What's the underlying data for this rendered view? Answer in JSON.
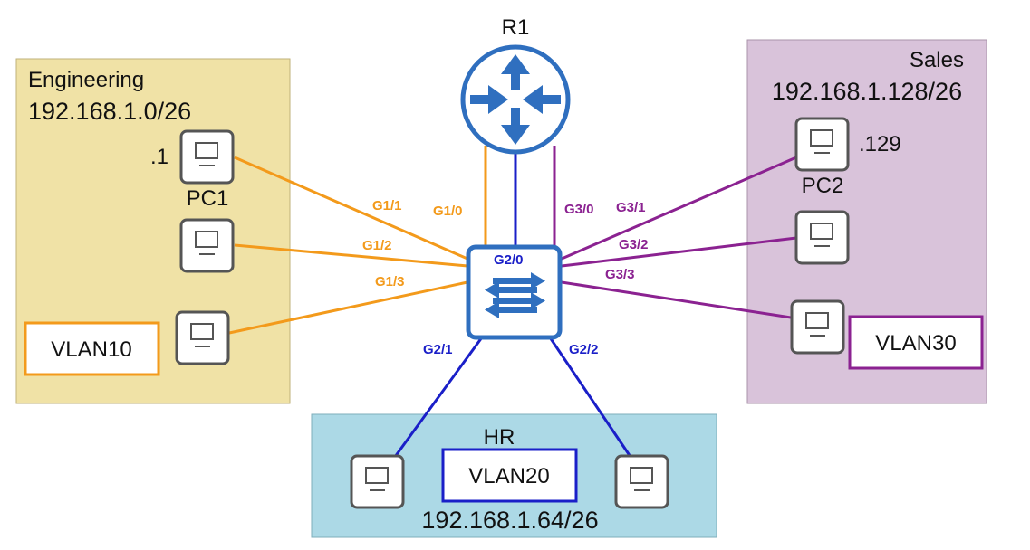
{
  "colors": {
    "engineering": "#f39a1b",
    "hr": "#1a1fc8",
    "sales": "#8b2291",
    "device": "#2f6fbf",
    "zone_engineering": "#f0e2a6",
    "zone_sales": "#d9c3da",
    "zone_hr": "#acd9e6"
  },
  "router": {
    "label": "R1",
    "icon": "router-icon"
  },
  "switch": {
    "icon": "switch-icon"
  },
  "zones": {
    "engineering": {
      "name": "Engineering",
      "subnet": "192.168.1.0/26",
      "vlan": "VLAN10"
    },
    "sales": {
      "name": "Sales",
      "subnet": "192.168.1.128/26",
      "vlan": "VLAN30"
    },
    "hr": {
      "name": "HR",
      "subnet": "192.168.1.64/26",
      "vlan": "VLAN20"
    }
  },
  "pcs": {
    "pc1": {
      "label": "PC1",
      "ip": ".1"
    },
    "pc2": {
      "label": "PC2",
      "ip": ".129"
    }
  },
  "ports": {
    "g1_0": "G1/0",
    "g1_1": "G1/1",
    "g1_2": "G1/2",
    "g1_3": "G1/3",
    "g2_0": "G2/0",
    "g2_1": "G2/1",
    "g2_2": "G2/2",
    "g3_0": "G3/0",
    "g3_1": "G3/1",
    "g3_2": "G3/2",
    "g3_3": "G3/3"
  }
}
